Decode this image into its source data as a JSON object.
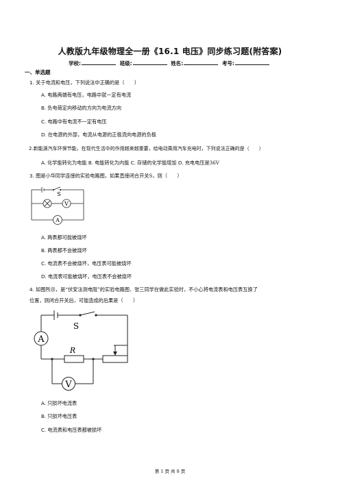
{
  "doc": {
    "title": "人教版九年级物理全一册《16.1 电压》同步练习题(附答案)",
    "info": {
      "school": "学校:",
      "class": "班级:",
      "name": "姓名:",
      "number": "考号:"
    },
    "section": "一、单选题",
    "footer": "第 1 页 共 8 页"
  },
  "questions": [
    {
      "num": "1.",
      "stem": "关于电流和电压，下列说法中正确的是（　　）",
      "options": [
        {
          "letter": "A.",
          "text": "电路两端有电压，电路中就一定有电流"
        },
        {
          "letter": "B.",
          "text": "负电荷定向移动的方向为电流方向"
        },
        {
          "letter": "C.",
          "text": "电路中有电流不一定有电压"
        },
        {
          "letter": "D.",
          "text": "在电源的外部，电流从电源的正极流向电源的负极"
        }
      ]
    },
    {
      "num": "2.",
      "stem": "新能源汽车环保节能，在现代生活中的作用越来越重要，给电动乘用汽车充电时，下列说法正确的是（　　）",
      "options": [
        {
          "letter": "A.",
          "text": "化学能转化为电能"
        },
        {
          "letter": "B.",
          "text": "电能转化为内能"
        },
        {
          "letter": "C.",
          "text": "存储的化学能增加"
        },
        {
          "letter": "D.",
          "text": "充电电压是36V"
        }
      ]
    },
    {
      "num": "3.",
      "stem": "图是小华同学连接的实验电路图，如果直接闭合开关S，则（　　）",
      "figure": {
        "switch": "S",
        "lamp": "⊗",
        "voltmeter": "V",
        "ammeter": "A"
      },
      "options": [
        {
          "letter": "A.",
          "text": "两表都可能被烧坏"
        },
        {
          "letter": "B.",
          "text": "两表都不会被烧坏"
        },
        {
          "letter": "C.",
          "text": "电流表不会被烧坏，电压表可能被烧坏"
        },
        {
          "letter": "D.",
          "text": "电流表可能被烧坏，电压表不会被烧坏"
        }
      ]
    },
    {
      "num": "4.",
      "stem": "如图所示，是“伏安法测电阻”的实验电路图．张三同学在做此实验时，不小心将电流表和电压表互换了",
      "stem2": "位置，则闭合开关后，可能造成的后果是（　　）",
      "figure": {
        "switch": "S",
        "resistor": "R",
        "ammeter": "A",
        "voltmeter": "V"
      },
      "options": [
        {
          "letter": "A.",
          "text": "只损坏电流表"
        },
        {
          "letter": "B.",
          "text": "只损坏电压表"
        },
        {
          "letter": "C.",
          "text": "电流表和电压表都被损坏"
        }
      ]
    }
  ]
}
